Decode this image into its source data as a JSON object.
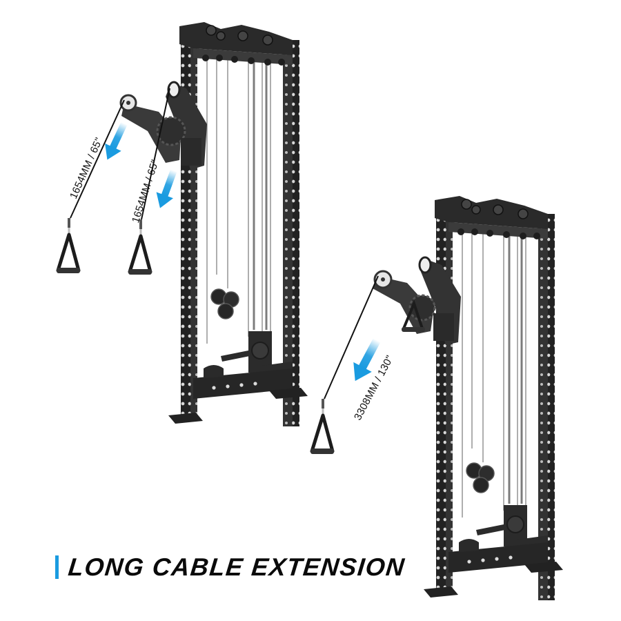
{
  "title": {
    "text": "LONG CABLE EXTENSION",
    "accent_color": "#1a9be0"
  },
  "machines": [
    {
      "id": "dual-cable",
      "description": "Functional trainer tower with two cables pulled out",
      "cables": [
        {
          "label": "1654MM / 65\"",
          "arrow_color": "#1a9be0"
        },
        {
          "label": "1654MM / 65\"",
          "arrow_color": "#1a9be0"
        }
      ]
    },
    {
      "id": "single-cable",
      "description": "Functional trainer tower with a single long cable pulled out",
      "cables": [
        {
          "label": "3308MM / 130\"",
          "arrow_color": "#1a9be0"
        }
      ]
    }
  ],
  "colors": {
    "frame": "#1e1e1e",
    "frame_shade": "#3a3a3a",
    "cable": "#9a9a9a",
    "accent": "#1a9be0",
    "background": "#ffffff"
  }
}
